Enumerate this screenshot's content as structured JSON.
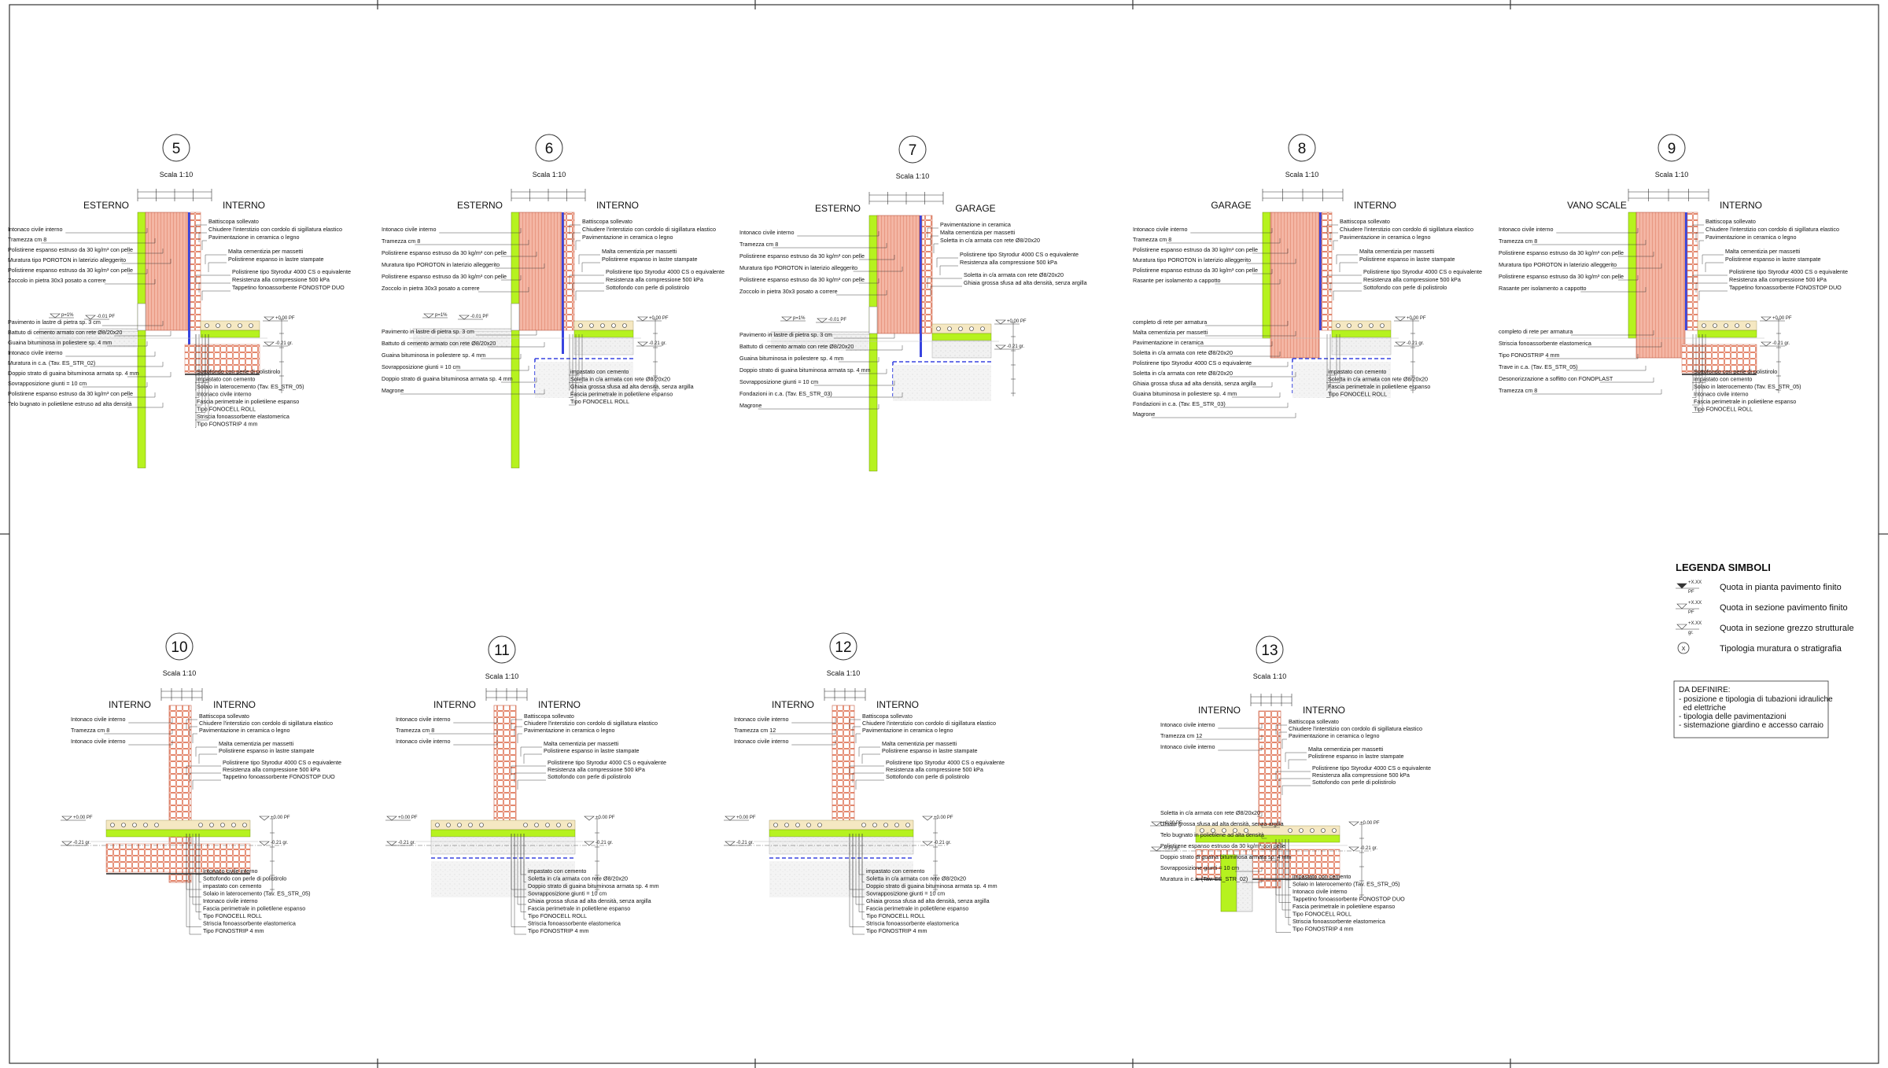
{
  "legend": {
    "title": "LEGENDA SIMBOLI",
    "items": [
      {
        "mark": "+X.XX",
        "sub": "PF",
        "text": "Quota in pianta pavimento finito"
      },
      {
        "mark": "+X.XX",
        "sub": "PF",
        "text": "Quota in sezione pavimento finito"
      },
      {
        "mark": "+X.XX",
        "sub": "gr.",
        "text": "Quota in sezione grezzo strutturale"
      },
      {
        "mark": "X",
        "sub": "",
        "text": "Tipologia muratura o stratigrafia"
      }
    ]
  },
  "todo": {
    "title": "DA DEFINIRE:",
    "lines": [
      "- posizione e tipologia di tubazioni idrauliche",
      "  ed elettriche",
      "- tipologia delle pavimentazioni",
      "- sistemazione giardino e accesso carraio"
    ]
  },
  "colors": {
    "brick": "#e9927a",
    "insulation": "#b6f21f",
    "screed": "#f5e8c2",
    "membrane": "#3844e0",
    "concrete": "#e8e8e8",
    "lines": "#222222"
  },
  "details": [
    {
      "id": "5",
      "scale": "Scala 1:10",
      "left": "ESTERNO",
      "right": "INTERNO",
      "ext": true,
      "slabRight": true,
      "levels": [
        "+0.00  PF",
        "-0.21  gr.",
        "-0.01  PF",
        "p=1%"
      ],
      "labels_left": [
        "Intonaco civile interno",
        "Tramezza cm 8",
        "Polistirene espanso estruso da 30 kg/m³ con pelle",
        "Muratura tipo POROTON in laterizio alleggerito",
        "Polistirene espanso estruso da 30 kg/m³ con pelle",
        "Zoccolo in pietra 30x3 posato a correre",
        "Pavimento in lastre di pietra sp. 3 cm",
        "Battuto di cemento armato con rete Ø8/20x20",
        "Guaina bituminosa in poliestere sp. 4 mm",
        "Intonaco civile interno",
        "Muratura in c.a. (Tav. ES_STR_02)",
        "Doppio strato di guaina bituminosa armata sp. 4 mm",
        "Sovrapposizione giunti = 10 cm",
        "Polistirene espanso estruso da 30 kg/m³ con pelle",
        "Telo bugnato in polietilene estruso ad alta densità"
      ],
      "labels_right": [
        "Battiscopa sollevato",
        "Chiudere l'interstizio con cordolo di sigillatura elastico",
        "Pavimentazione in ceramica o legno",
        "Malta cementizia per massetti",
        "Polistirene espanso in lastre stampate",
        "Polistirene tipo Styrodur 4000 CS o equivalente",
        "Resistenza alla compressione 500 kPa",
        "Tappetino fonoassorbente FONOSTOP DUO",
        "Sottofondo con perle di polistirolo",
        "impastato con cemento",
        "Solaio in laterocemento (Tav. ES_STR_05)",
        "Intonaco civile interno",
        "Fascia perimetrale in polietilene espanso",
        "Tipo FONOCELL ROLL",
        "Striscia fonoassorbente elastomerica",
        "Tipo FONOSTRIP 4 mm"
      ]
    },
    {
      "id": "6",
      "scale": "Scala 1:10",
      "left": "ESTERNO",
      "right": "INTERNO",
      "ext": true,
      "slabRight": false,
      "levels": [
        "+0.00  PF",
        "-0.21  gr.",
        "-0.01  PF",
        "p=1%"
      ],
      "labels_left": [
        "Intonaco civile interno",
        "Tramezza cm 8",
        "Polistirene espanso estruso da 30 kg/m³ con pelle",
        "Muratura tipo POROTON in laterizio alleggerito",
        "Polistirene espanso estruso da 30 kg/m³ con pelle",
        "Zoccolo in pietra 30x3 posato a correre",
        "Pavimento in lastre di pietra sp. 3 cm",
        "Battuto di cemento armato con rete Ø8/20x20",
        "Guaina bituminosa in poliestere sp. 4 mm",
        "Sovrapposizione giunti = 10 cm",
        "Doppio strato di guaina bituminosa armata sp. 4 mm",
        "Magrone"
      ],
      "labels_right": [
        "Battiscopa sollevato",
        "Chiudere l'interstizio con cordolo di sigillatura elastico",
        "Pavimentazione in ceramica o legno",
        "Malta cementizia per massetti",
        "Polistirene espanso in lastre stampate",
        "Polistirene tipo Styrodur 4000 CS o equivalente",
        "Resistenza alla compressione 500 kPa",
        "Sottofondo con perle di polistirolo",
        "impastato con cemento",
        "Soletta in c/a armata con rete Ø8/20x20",
        "Ghiaia grossa sfusa ad alta densità, senza argilla",
        "Fascia perimetrale in polietilene espanso",
        "Tipo FONOCELL ROLL"
      ]
    },
    {
      "id": "7",
      "scale": "Scala 1:10",
      "left": "ESTERNO",
      "right": "GARAGE",
      "ext": true,
      "slabRight": false,
      "levels": [
        "+0.00  PF",
        "-0.21  gr.",
        "-0.01  PF",
        "p=1%"
      ],
      "labels_left": [
        "Intonaco civile interno",
        "Tramezza cm 8",
        "Polistirene espanso estruso da 30 kg/m³ con pelle",
        "Muratura tipo POROTON in laterizio alleggerito",
        "Polistirene espanso estruso da 30 kg/m³ con pelle",
        "Zoccolo in pietra 30x3 posato a correre",
        "Pavimento in lastre di pietra sp. 3 cm",
        "Battuto di cemento armato con rete Ø8/20x20",
        "Guaina bituminosa in poliestere sp. 4 mm",
        "Doppio strato di guaina bituminosa armata sp. 4 mm",
        "Sovrapposizione giunti = 10 cm",
        "Fondazioni in c.a. (Tav. ES_STR_03)",
        "Magrone"
      ],
      "labels_right": [
        "Pavimentazione in ceramica",
        "Malta cementizia per massetti",
        "Soletta in c/a armata con rete Ø8/20x20",
        "Polistirene tipo Styrodur 4000 CS o equivalente",
        "Resistenza alla compressione 500 kPa",
        "Soletta in c/a armata con rete Ø8/20x20",
        "Ghiaia grossa sfusa ad alta densità, senza argilla"
      ]
    },
    {
      "id": "8",
      "scale": "Scala 1:10",
      "left": "GARAGE",
      "right": "INTERNO",
      "ext": false,
      "slabRight": false,
      "levels": [
        "+0.00  PF",
        "-0.21  gr."
      ],
      "labels_left": [
        "Intonaco civile interno",
        "Tramezza cm 8",
        "Polistirene espanso estruso da 30 kg/m³ con pelle",
        "Muratura tipo POROTON in laterizio alleggerito",
        "Polistirene espanso estruso da 30 kg/m³ con pelle",
        "Rasante per isolamento a cappotto",
        "completo di rete per armatura",
        "Malta cementizia per massetti",
        "Pavimentazione in ceramica",
        "Soletta in c/a armata con rete Ø8/20x20",
        "Polistirene tipo Styrodur 4000 CS o equivalente",
        "Soletta in c/a armata con rete Ø8/20x20",
        "Ghiaia grossa sfusa ad alta densità, senza argilla",
        "Guaina bituminosa in poliestere sp. 4 mm",
        "Fondazioni in c.a. (Tav. ES_STR_03)",
        "Magrone"
      ],
      "labels_right": [
        "Battiscopa sollevato",
        "Chiudere l'interstizio con cordolo di sigillatura elastico",
        "Pavimentazione in ceramica o legno",
        "Malta cementizia per massetti",
        "Polistirene espanso in lastre stampate",
        "Polistirene tipo Styrodur 4000 CS o equivalente",
        "Resistenza alla compressione 500 kPa",
        "Sottofondo con perle di polistirolo",
        "impastato con cemento",
        "Soletta in c/a armata con rete Ø8/20x20",
        "Fascia perimetrale in polietilene espanso",
        "Tipo FONOCELL ROLL"
      ]
    },
    {
      "id": "9",
      "scale": "Scala 1:10",
      "left": "VANO SCALE",
      "right": "INTERNO",
      "ext": false,
      "slabRight": true,
      "levels": [
        "+0.00  PF",
        "-0.21  gr."
      ],
      "labels_left": [
        "Intonaco civile interno",
        "Tramezza cm 8",
        "Polistirene espanso estruso da 30 kg/m³ con pelle",
        "Muratura tipo POROTON in laterizio alleggerito",
        "Polistirene espanso estruso da 30 kg/m³ con pelle",
        "Rasante per isolamento a cappotto",
        "completo di rete per armatura",
        "Striscia fonoassorbente elastomerica",
        "Tipo FONOSTRIP 4 mm",
        "Trave in c.a. (Tav. ES_STR_05)",
        "Desonorizzazione a soffitto con FONOPLAST",
        "Tramezza cm 8"
      ],
      "labels_right": [
        "Battiscopa sollevato",
        "Chiudere l'interstizio con cordolo di sigillatura elastico",
        "Pavimentazione in ceramica o legno",
        "Malta cementizia per massetti",
        "Polistirene espanso in lastre stampate",
        "Polistirene tipo Styrodur 4000 CS o equivalente",
        "Resistenza alla compressione 500 kPa",
        "Tappetino fonoassorbente FONOSTOP DUO",
        "Sottofondo con perle di polistirolo",
        "impastato con cemento",
        "Solaio in laterocemento (Tav. ES_STR_05)",
        "Intonaco civile interno",
        "Fascia perimetrale in polietilene espanso",
        "Tipo FONOCELL ROLL"
      ]
    },
    {
      "id": "10",
      "scale": "Scala 1:10",
      "left": "INTERNO",
      "right": "INTERNO",
      "ext": false,
      "slabRight": true,
      "row": 2,
      "levels": [
        "+0.00  PF",
        "-0.21  gr."
      ],
      "labels_left": [
        "Intonaco civile interno",
        "Tramezza cm 8",
        "Intonaco civile interno"
      ],
      "labels_right": [
        "Battiscopa sollevato",
        "Chiudere l'interstizio con cordolo di sigillatura elastico",
        "Pavimentazione in ceramica o legno",
        "Malta cementizia per massetti",
        "Polistirene espanso in lastre stampate",
        "Polistirene tipo Styrodur 4000 CS o equivalente",
        "Resistenza alla compressione 500 kPa",
        "Tappetino fonoassorbente FONOSTOP DUO",
        "Intonaco civile interno",
        "Sottofondo con perle di polistirolo",
        "impastato con cemento",
        "Solaio in laterocemento (Tav. ES_STR_05)",
        "Intonaco civile interno",
        "Fascia perimetrale in polietilene espanso",
        "Tipo FONOCELL ROLL",
        "Striscia fonoassorbente elastomerica",
        "Tipo FONOSTRIP 4 mm"
      ]
    },
    {
      "id": "11",
      "scale": "Scala 1:10",
      "left": "INTERNO",
      "right": "INTERNO",
      "ext": false,
      "slabRight": false,
      "row": 2,
      "levels": [
        "+0.00  PF",
        "-0.21  gr."
      ],
      "labels_left": [
        "Intonaco civile interno",
        "Tramezza cm 8",
        "Intonaco civile interno"
      ],
      "labels_right": [
        "Battiscopa sollevato",
        "Chiudere l'interstizio con cordolo di sigillatura elastico",
        "Pavimentazione in ceramica o legno",
        "Malta cementizia per massetti",
        "Polistirene espanso in lastre stampate",
        "Polistirene tipo Styrodur 4000 CS o equivalente",
        "Resistenza alla compressione 500 kPa",
        "Sottofondo con perle di polistirolo",
        "impastato con cemento",
        "Soletta in c/a armata con rete Ø8/20x20",
        "Doppio strato di guaina bituminosa armata sp. 4 mm",
        "Sovrapposizione giunti = 10 cm",
        "Ghiaia grossa sfusa ad alta densità, senza argilla",
        "Fascia perimetrale in polietilene espanso",
        "Tipo FONOCELL ROLL",
        "Striscia fonoassorbente elastomerica",
        "Tipo FONOSTRIP 4 mm"
      ]
    },
    {
      "id": "12",
      "scale": "Scala 1:10",
      "left": "INTERNO",
      "right": "INTERNO",
      "ext": false,
      "slabRight": false,
      "row": 2,
      "levels": [
        "+0.00  PF",
        "-0.21  gr."
      ],
      "labels_left": [
        "Intonaco civile interno",
        "Tramezza cm 12",
        "Intonaco civile interno"
      ],
      "labels_right": [
        "Battiscopa sollevato",
        "Chiudere l'interstizio con cordolo di sigillatura elastico",
        "Pavimentazione in ceramica o legno",
        "Malta cementizia per massetti",
        "Polistirene espanso in lastre stampate",
        "Polistirene tipo Styrodur 4000 CS o equivalente",
        "Resistenza alla compressione 500 kPa",
        "Sottofondo con perle di polistirolo",
        "impastato con cemento",
        "Soletta in c/a armata con rete Ø8/20x20",
        "Doppio strato di guaina bituminosa armata sp. 4 mm",
        "Sovrapposizione giunti = 10 cm",
        "Ghiaia grossa sfusa ad alta densità, senza argilla",
        "Fascia perimetrale in polietilene espanso",
        "Tipo FONOCELL ROLL",
        "Striscia fonoassorbente elastomerica",
        "Tipo FONOSTRIP 4 mm"
      ]
    },
    {
      "id": "13",
      "scale": "Scala 1:10",
      "left": "INTERNO",
      "right": "INTERNO",
      "ext": false,
      "slabRight": true,
      "row": 2,
      "levels": [
        "+0.00  PF",
        "-0.21  gr."
      ],
      "labels_left": [
        "Intonaco civile interno",
        "Tramezza cm 12",
        "Intonaco civile interno",
        "Soletta in c/a armata con rete Ø8/20x20",
        "Ghiaia grossa sfusa ad alta densità, senza argilla",
        "Telo bugnato in polietilene ad alta densità",
        "Polistirene espanso estruso da 30 kg/m³ con pelle",
        "Doppio strato di guaina bituminosa armata sp. 4 mm",
        "Sovrapposizione giunti = 10 cm",
        "Muratura in c.a. (Tav. ES_STR_02)"
      ],
      "labels_right": [
        "Battiscopa sollevato",
        "Chiudere l'interstizio con cordolo di sigillatura elastico",
        "Pavimentazione in ceramica o legno",
        "Malta cementizia per massetti",
        "Polistirene espanso in lastre stampate",
        "Polistirene tipo Styrodur 4000 CS o equivalente",
        "Resistenza alla compressione 500 kPa",
        "Sottofondo con perle di polistirolo",
        "impastato con cemento",
        "Solaio in laterocemento (Tav. ES_STR_05)",
        "Intonaco civile interno",
        "Tappetino fonoassorbente FONOSTOP DUO",
        "Fascia perimetrale in polietilene espanso",
        "Tipo FONOCELL ROLL",
        "Striscia fonoassorbente elastomerica",
        "Tipo FONOSTRIP 4 mm"
      ]
    }
  ]
}
